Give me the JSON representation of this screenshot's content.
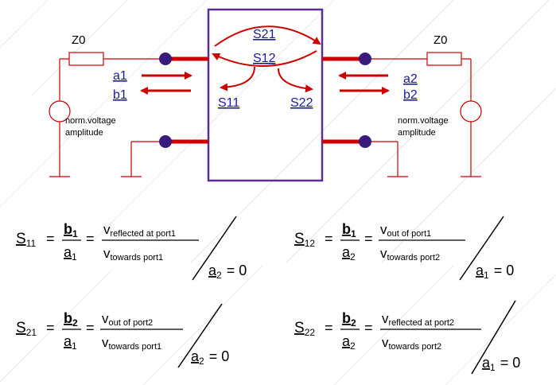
{
  "diagram": {
    "z0_left": "Z0",
    "z0_right": "Z0",
    "a1": "a1",
    "b1": "b1",
    "a2": "a2",
    "b2": "b2",
    "s21": "S21",
    "s12": "S12",
    "s11": "S11",
    "s22": "S22",
    "norm_left_1": "norm.voltage",
    "norm_left_2": "amplitude",
    "norm_right_1": "norm.voltage",
    "norm_right_2": "amplitude"
  },
  "equations": {
    "s11": {
      "lhs": "S",
      "lhs_sub": "11",
      "num": "b",
      "num_sub": "1",
      "den": "a",
      "den_sub": "1",
      "v_num": "reflected at port1",
      "v_den": "towards port1",
      "cond": "a",
      "cond_sub": "2",
      "cond_val": "= 0"
    },
    "s12": {
      "lhs": "S",
      "lhs_sub": "12",
      "num": "b",
      "num_sub": "1",
      "den": "a",
      "den_sub": "2",
      "v_num": "out of port1",
      "v_den": "towards port2",
      "cond": "a",
      "cond_sub": "1",
      "cond_val": "= 0"
    },
    "s21": {
      "lhs": "S",
      "lhs_sub": "21",
      "num": "b",
      "num_sub": "2",
      "den": "a",
      "den_sub": "1",
      "v_num": "out of port2",
      "v_den": "towards port1",
      "cond": "a",
      "cond_sub": "2",
      "cond_val": "= 0"
    },
    "s22": {
      "lhs": "S",
      "lhs_sub": "22",
      "num": "b",
      "num_sub": "2",
      "den": "a",
      "den_sub": "2",
      "v_num": "reflected at port2",
      "v_den": "towards port2",
      "cond": "a",
      "cond_sub": "1",
      "cond_val": "= 0"
    }
  },
  "colors": {
    "wire": "#cc0000",
    "box": "#5a2e91",
    "dot": "#3a1a7a",
    "label_blue": "#1a1aa0",
    "bg_lines": "#e6e6e6"
  }
}
